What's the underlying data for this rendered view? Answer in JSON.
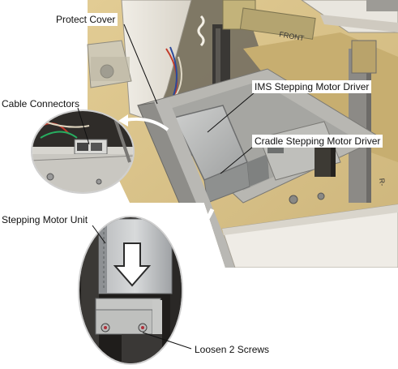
{
  "figure": {
    "labels": {
      "protect_cover": "Protect Cover",
      "cable_connectors": "Cable Connectors",
      "ims_driver": "IMS Stepping Motor Driver",
      "cradle_driver": "Cradle Stepping Motor Driver",
      "stepping_unit": "Stepping Motor Unit",
      "loosen_screws": "Loosen 2 Screws"
    },
    "photo_text": {
      "front_marker": "FRONT",
      "side_marker": "R-"
    }
  }
}
